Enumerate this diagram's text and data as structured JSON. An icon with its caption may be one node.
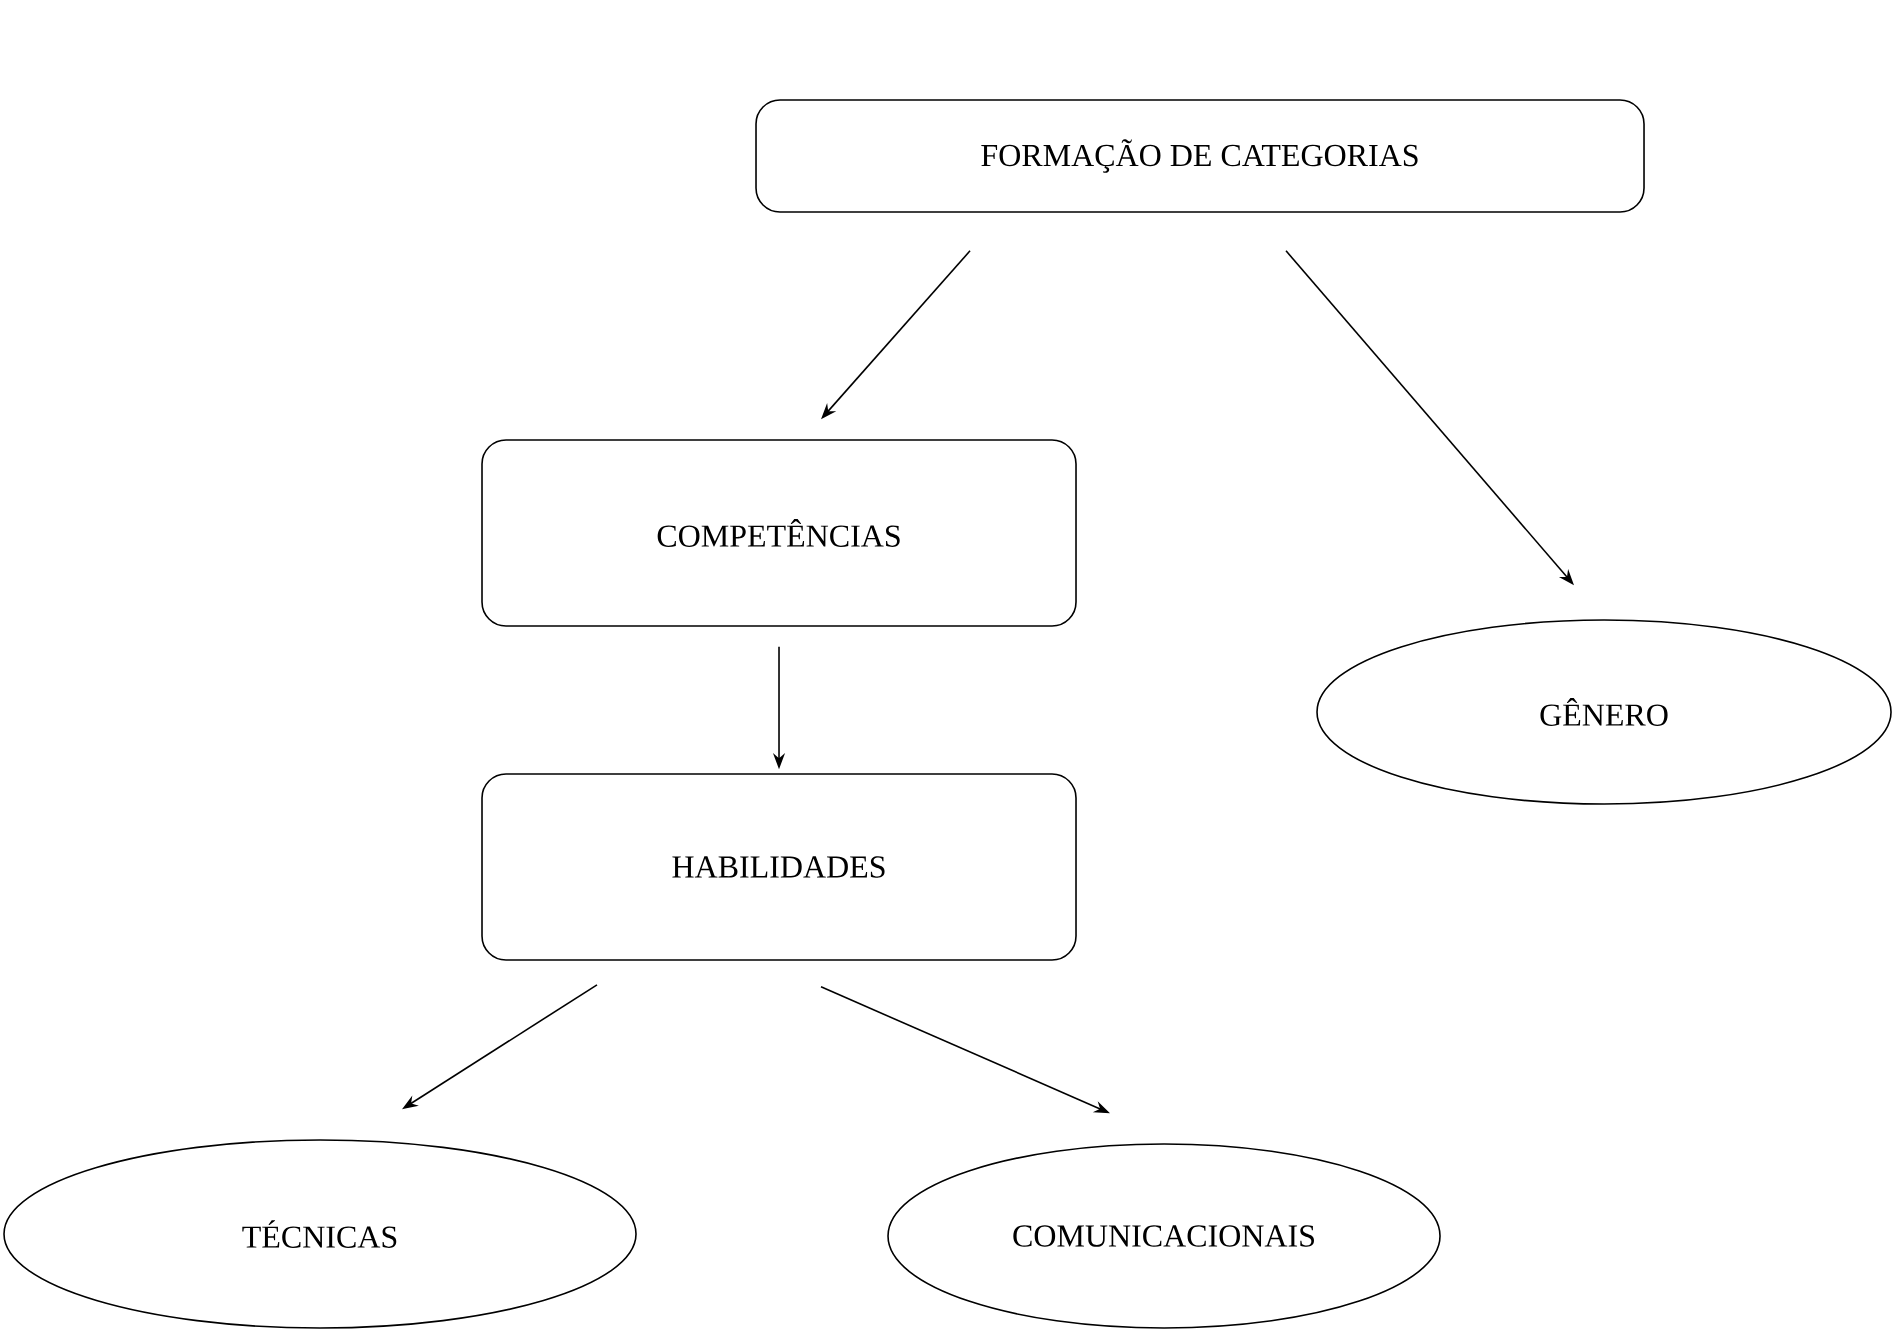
{
  "diagram": {
    "nodes": [
      {
        "text": [
          "FORMAÇÃO DE CATEGORIAS"
        ]
      },
      {
        "text": [
          "COMPETÊNCIAS"
        ]
      },
      {
        "text": [
          "GÊNERO"
        ]
      },
      {
        "text": [
          "HABILIDADES"
        ]
      },
      {
        "text": [
          "TÉCNICAS"
        ]
      },
      {
        "text": [
          "COMUNICACIONAIS"
        ]
      }
    ],
    "edges": [
      {
        "from": 0,
        "to": 1,
        "arrow": "to"
      },
      {
        "from": 0,
        "to": 2,
        "arrow": "to"
      },
      {
        "from": 1,
        "to": 3,
        "arrow": "to"
      },
      {
        "from": 3,
        "to": 4,
        "arrow": "to"
      },
      {
        "from": 3,
        "to": 5,
        "arrow": "to"
      }
    ]
  }
}
